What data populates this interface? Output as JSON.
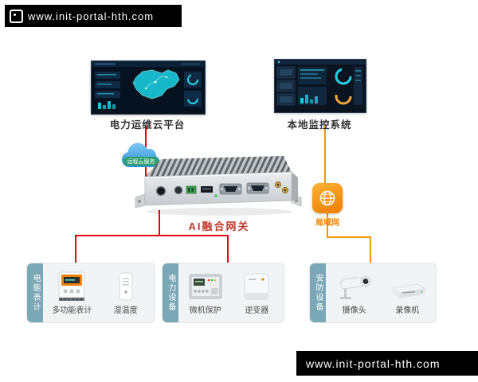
{
  "watermarks": {
    "top": "www.init-portal-hth.com",
    "bottom": "www.init-portal-hth.com"
  },
  "nodes": {
    "cloud_platform": {
      "label": "电力运维云平台"
    },
    "local_monitor": {
      "label": "本地监控系统"
    },
    "cloud": {
      "label": "远程云服务"
    },
    "gateway": {
      "label": "AI融合网关"
    },
    "lan": {
      "label": "局域网"
    }
  },
  "groups": [
    {
      "tab": "电能表计",
      "items": [
        {
          "label": "多功能表计"
        },
        {
          "label": "湿温度"
        }
      ]
    },
    {
      "tab": "电力设备",
      "items": [
        {
          "label": "微机保护"
        },
        {
          "label": "逆变器"
        }
      ]
    },
    {
      "tab": "安防设备",
      "items": [
        {
          "label": "摄像头"
        },
        {
          "label": "录像机"
        }
      ]
    }
  ],
  "colors": {
    "line_red": "#e60012",
    "line_orange": "#f39800",
    "tab_teal": "#7ba8b6",
    "cloud_blue": "#45a8e0",
    "lan_orange": "#f08300",
    "gateway_label_red": "#c0392b"
  }
}
